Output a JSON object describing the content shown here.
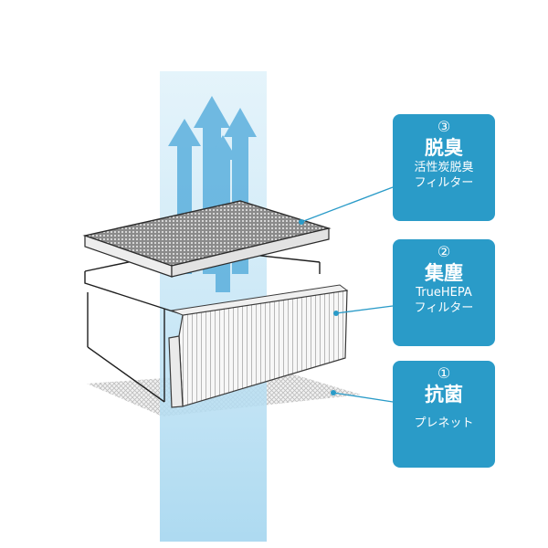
{
  "colors": {
    "accent": "#2a9bc8",
    "airflow": "#bfe3f4",
    "arrow": "#4aa7d9",
    "line": "#1f1f1f"
  },
  "callouts": [
    {
      "number": "③",
      "title": "脱臭",
      "sub1": "活性炭脱臭",
      "sub2": "フィルター"
    },
    {
      "number": "②",
      "title": "集塵",
      "sub1": "TrueHEPA",
      "sub2": "フィルター"
    },
    {
      "number": "①",
      "title": "抗菌",
      "sub1": "プレネット",
      "sub2": ""
    }
  ]
}
